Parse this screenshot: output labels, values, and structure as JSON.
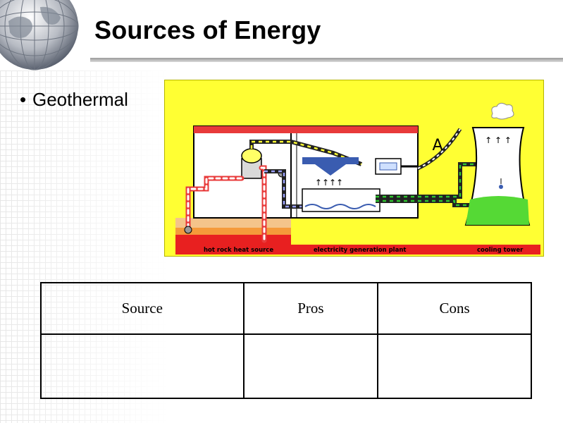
{
  "slide": {
    "title": "Sources of Energy",
    "bullets": [
      "Geothermal"
    ]
  },
  "diagram": {
    "labels": {
      "hot_rock": "hot rock heat source",
      "plant": "electricity generation plant",
      "tower": "cooling tower"
    },
    "colors": {
      "background": "#ffff33",
      "hot_pipe": "#e83a3a",
      "cool_pipe": "#2e8b2e",
      "steam_pipe": "#222222",
      "water": "#55d935"
    }
  },
  "table": {
    "headers": [
      "Source",
      "Pros",
      "Cons"
    ],
    "rows": [
      [
        "",
        "",
        ""
      ]
    ]
  }
}
